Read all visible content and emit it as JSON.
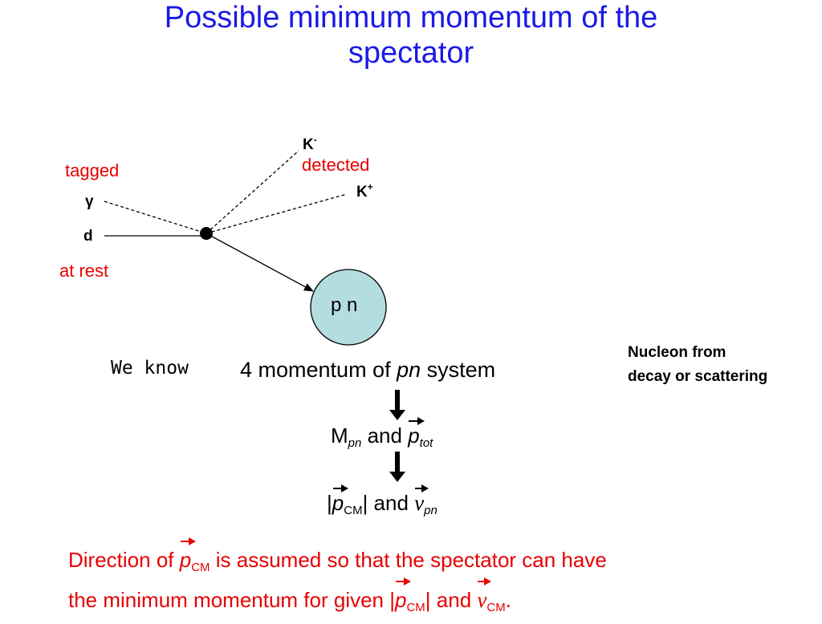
{
  "title": {
    "line1": "Possible minimum momentum of the",
    "line2": "spectator"
  },
  "labels": {
    "k_minus": "K",
    "k_minus_sup": "-",
    "detected": "detected",
    "k_plus": "K",
    "k_plus_sup": "+",
    "tagged": "tagged",
    "gamma": "γ",
    "d": "d",
    "at_rest": "at rest",
    "pn_circle": "p n",
    "nucleon_line1": "Nucleon from",
    "nucleon_line2": "decay or scattering"
  },
  "steps": {
    "we_know": "We know",
    "four_momentum_prefix": "4 momentum of ",
    "four_momentum_pn": "pn",
    "four_momentum_suffix": " system",
    "m": "M",
    "m_sub": "pn",
    "and1": " and ",
    "p": "p",
    "p_sub": "tot",
    "bar_open": "|",
    "p_cm": "p",
    "p_cm_sub": "CM",
    "bar_close": "|",
    "and2": " and ",
    "v": "v",
    "v_sub": "pn"
  },
  "note": {
    "l1_prefix": "Direction of ",
    "l1_p": "p",
    "l1_sub": "CM",
    "l1_suffix": " is assumed so that the spectator can have",
    "l2_prefix": "the minimum momentum for given |",
    "l2_p": "p",
    "l2_sub": "CM",
    "l2_mid": "| and ",
    "l2_v": "v",
    "l2_vsub": "CM",
    "l2_end": "."
  },
  "colors": {
    "title": "#1a1ae6",
    "highlight": "#e60000",
    "circle_fill": "#b4dde0"
  }
}
